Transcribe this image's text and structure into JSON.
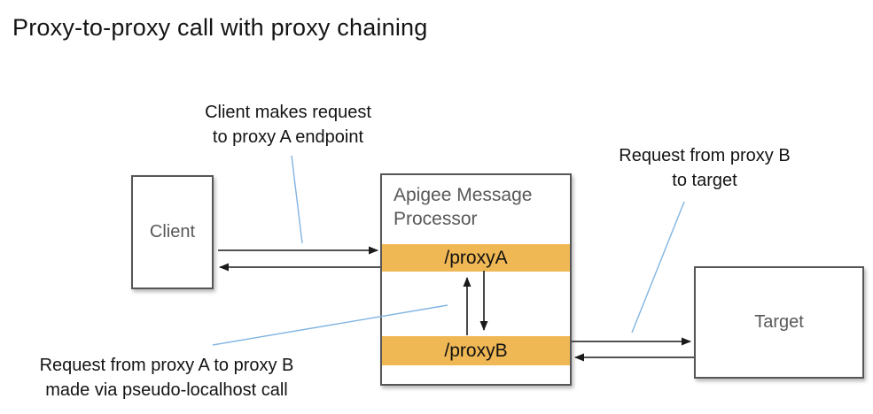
{
  "title": "Proxy-to-proxy call with proxy chaining",
  "nodes": {
    "client": {
      "label": "Client"
    },
    "message_processor": {
      "title": "Apigee Message Processor",
      "endpoints": [
        {
          "label": "/proxyA"
        },
        {
          "label": "/proxyB"
        }
      ]
    },
    "target": {
      "label": "Target"
    }
  },
  "annotations": {
    "client_request": "Client makes request\nto proxy A endpoint",
    "proxy_b_to_target": "Request from proxy B\nto target",
    "pseudo_localhost": "Request from proxy A to proxy B\nmade via pseudo-localhost call"
  },
  "colors": {
    "endpoint_bar_orange": "#efb854",
    "callout_line_blue": "#82b4e2",
    "box_border_gray": "#565658",
    "node_label_gray": "#58585a",
    "arrow_black": "#1a1a1a"
  }
}
